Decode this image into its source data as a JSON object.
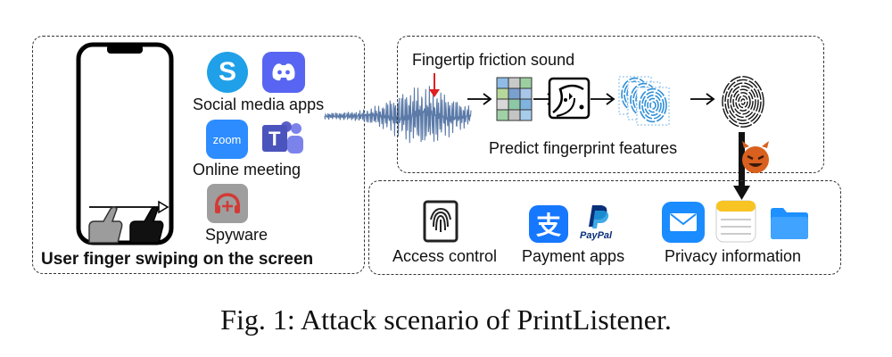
{
  "left_panel": {
    "social_label": "Social media apps",
    "meeting_label": "Online meeting",
    "spyware_label": "Spyware",
    "swipe_label": "User finger swiping on the screen",
    "icons": [
      "skype-icon",
      "discord-icon",
      "zoom-icon",
      "teams-icon",
      "spyware-icon"
    ],
    "zoom_text": "zoom",
    "skype_letter": "S",
    "teams_letter": "T"
  },
  "top_panel": {
    "friction_label": "Fingertip friction sound",
    "predict_label": "Predict fingerprint features"
  },
  "bottom_panel": {
    "access_label": "Access control",
    "payment_label": "Payment apps",
    "privacy_label": "Privacy information",
    "alipay_glyph": "支",
    "paypal_text": "PayPal"
  },
  "caption": "Fig. 1:  Attack scenario of PrintListener.",
  "colors": {
    "skype": "#1fa0e8",
    "discord": "#5865f2",
    "zoom": "#2d8cff",
    "teams": "#5b5fc7",
    "spyware": "#d23b35",
    "alipay": "#1677ff",
    "paypal_dark": "#0a2f7a",
    "paypal_light": "#1e9be0",
    "mail": "#1a8cff",
    "folder": "#1e90ff",
    "wave": "#5b7aa8",
    "red_arrow": "#e02020",
    "devil": "#d9601f"
  }
}
